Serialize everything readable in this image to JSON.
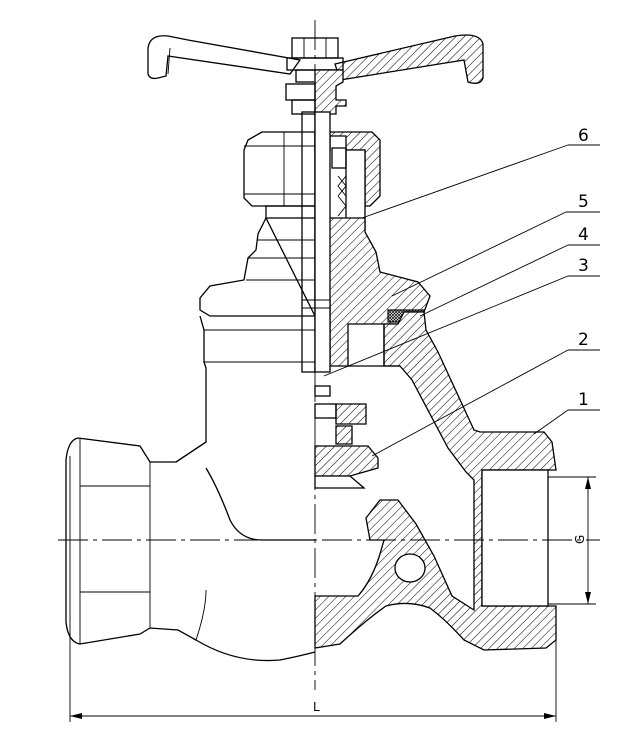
{
  "callouts": [
    {
      "id": "1",
      "text": "1"
    },
    {
      "id": "2",
      "text": "2"
    },
    {
      "id": "3",
      "text": "3"
    },
    {
      "id": "4",
      "text": "4"
    },
    {
      "id": "5",
      "text": "5"
    },
    {
      "id": "6",
      "text": "6"
    }
  ],
  "dimensions": {
    "length": "L",
    "thread": "G"
  },
  "colors": {
    "line": "#000000",
    "background": "#ffffff"
  }
}
